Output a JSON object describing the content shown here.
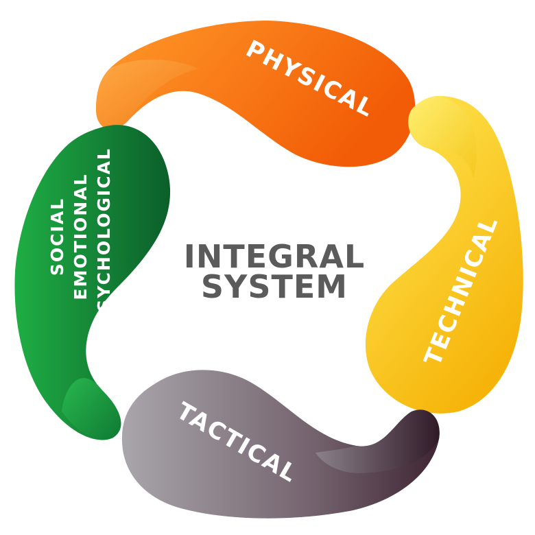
{
  "center": {
    "line1": "INTEGRAL",
    "line2": "SYSTEM"
  },
  "petals": {
    "physical": {
      "label": "PHYSICAL",
      "color_light": "#ff8a1f",
      "color_dark": "#f25f07"
    },
    "technical": {
      "label": "TECHNICAL",
      "color_light": "#ffe24a",
      "color_dark": "#f7b70c"
    },
    "tactical": {
      "label": "TACTICAL",
      "color_light": "#a8a5aa",
      "color_dark": "#4a2f3a"
    },
    "social": {
      "line1": "SOCIAL",
      "line2": "EMOTIONAL",
      "line3": "PSYCHOLOGICAL",
      "color_light": "#1ea53f",
      "color_dark": "#0b6a2d"
    }
  }
}
